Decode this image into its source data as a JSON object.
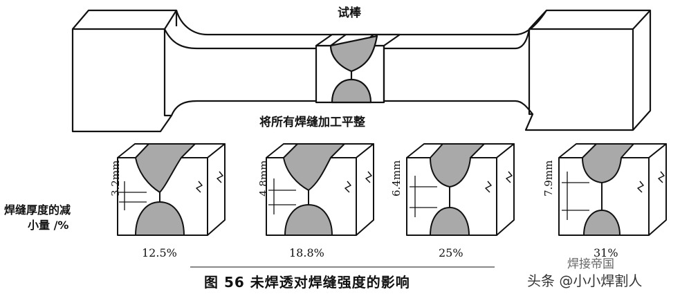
{
  "specimen_label": "试棒",
  "machining_note": "将所有焊缝加工平整",
  "axis_label_line1": "焊缝厚度的减",
  "axis_label_line2": "小量 /%",
  "blocks": [
    {
      "dimension": "3.2mm",
      "percent": "12.5%"
    },
    {
      "dimension": "4.8mm",
      "percent": "18.8%"
    },
    {
      "dimension": "6.4mm",
      "percent": "25%"
    },
    {
      "dimension": "7.9mm",
      "percent": "31%"
    }
  ],
  "caption": "图 56    未焊透对焊缝强度的影响",
  "watermark": {
    "line1": "焊接帝国",
    "line2": "头条 @小小焊割人"
  },
  "colors": {
    "weld_fill": "#a9a9a9",
    "line": "#111111",
    "background": "#ffffff"
  }
}
